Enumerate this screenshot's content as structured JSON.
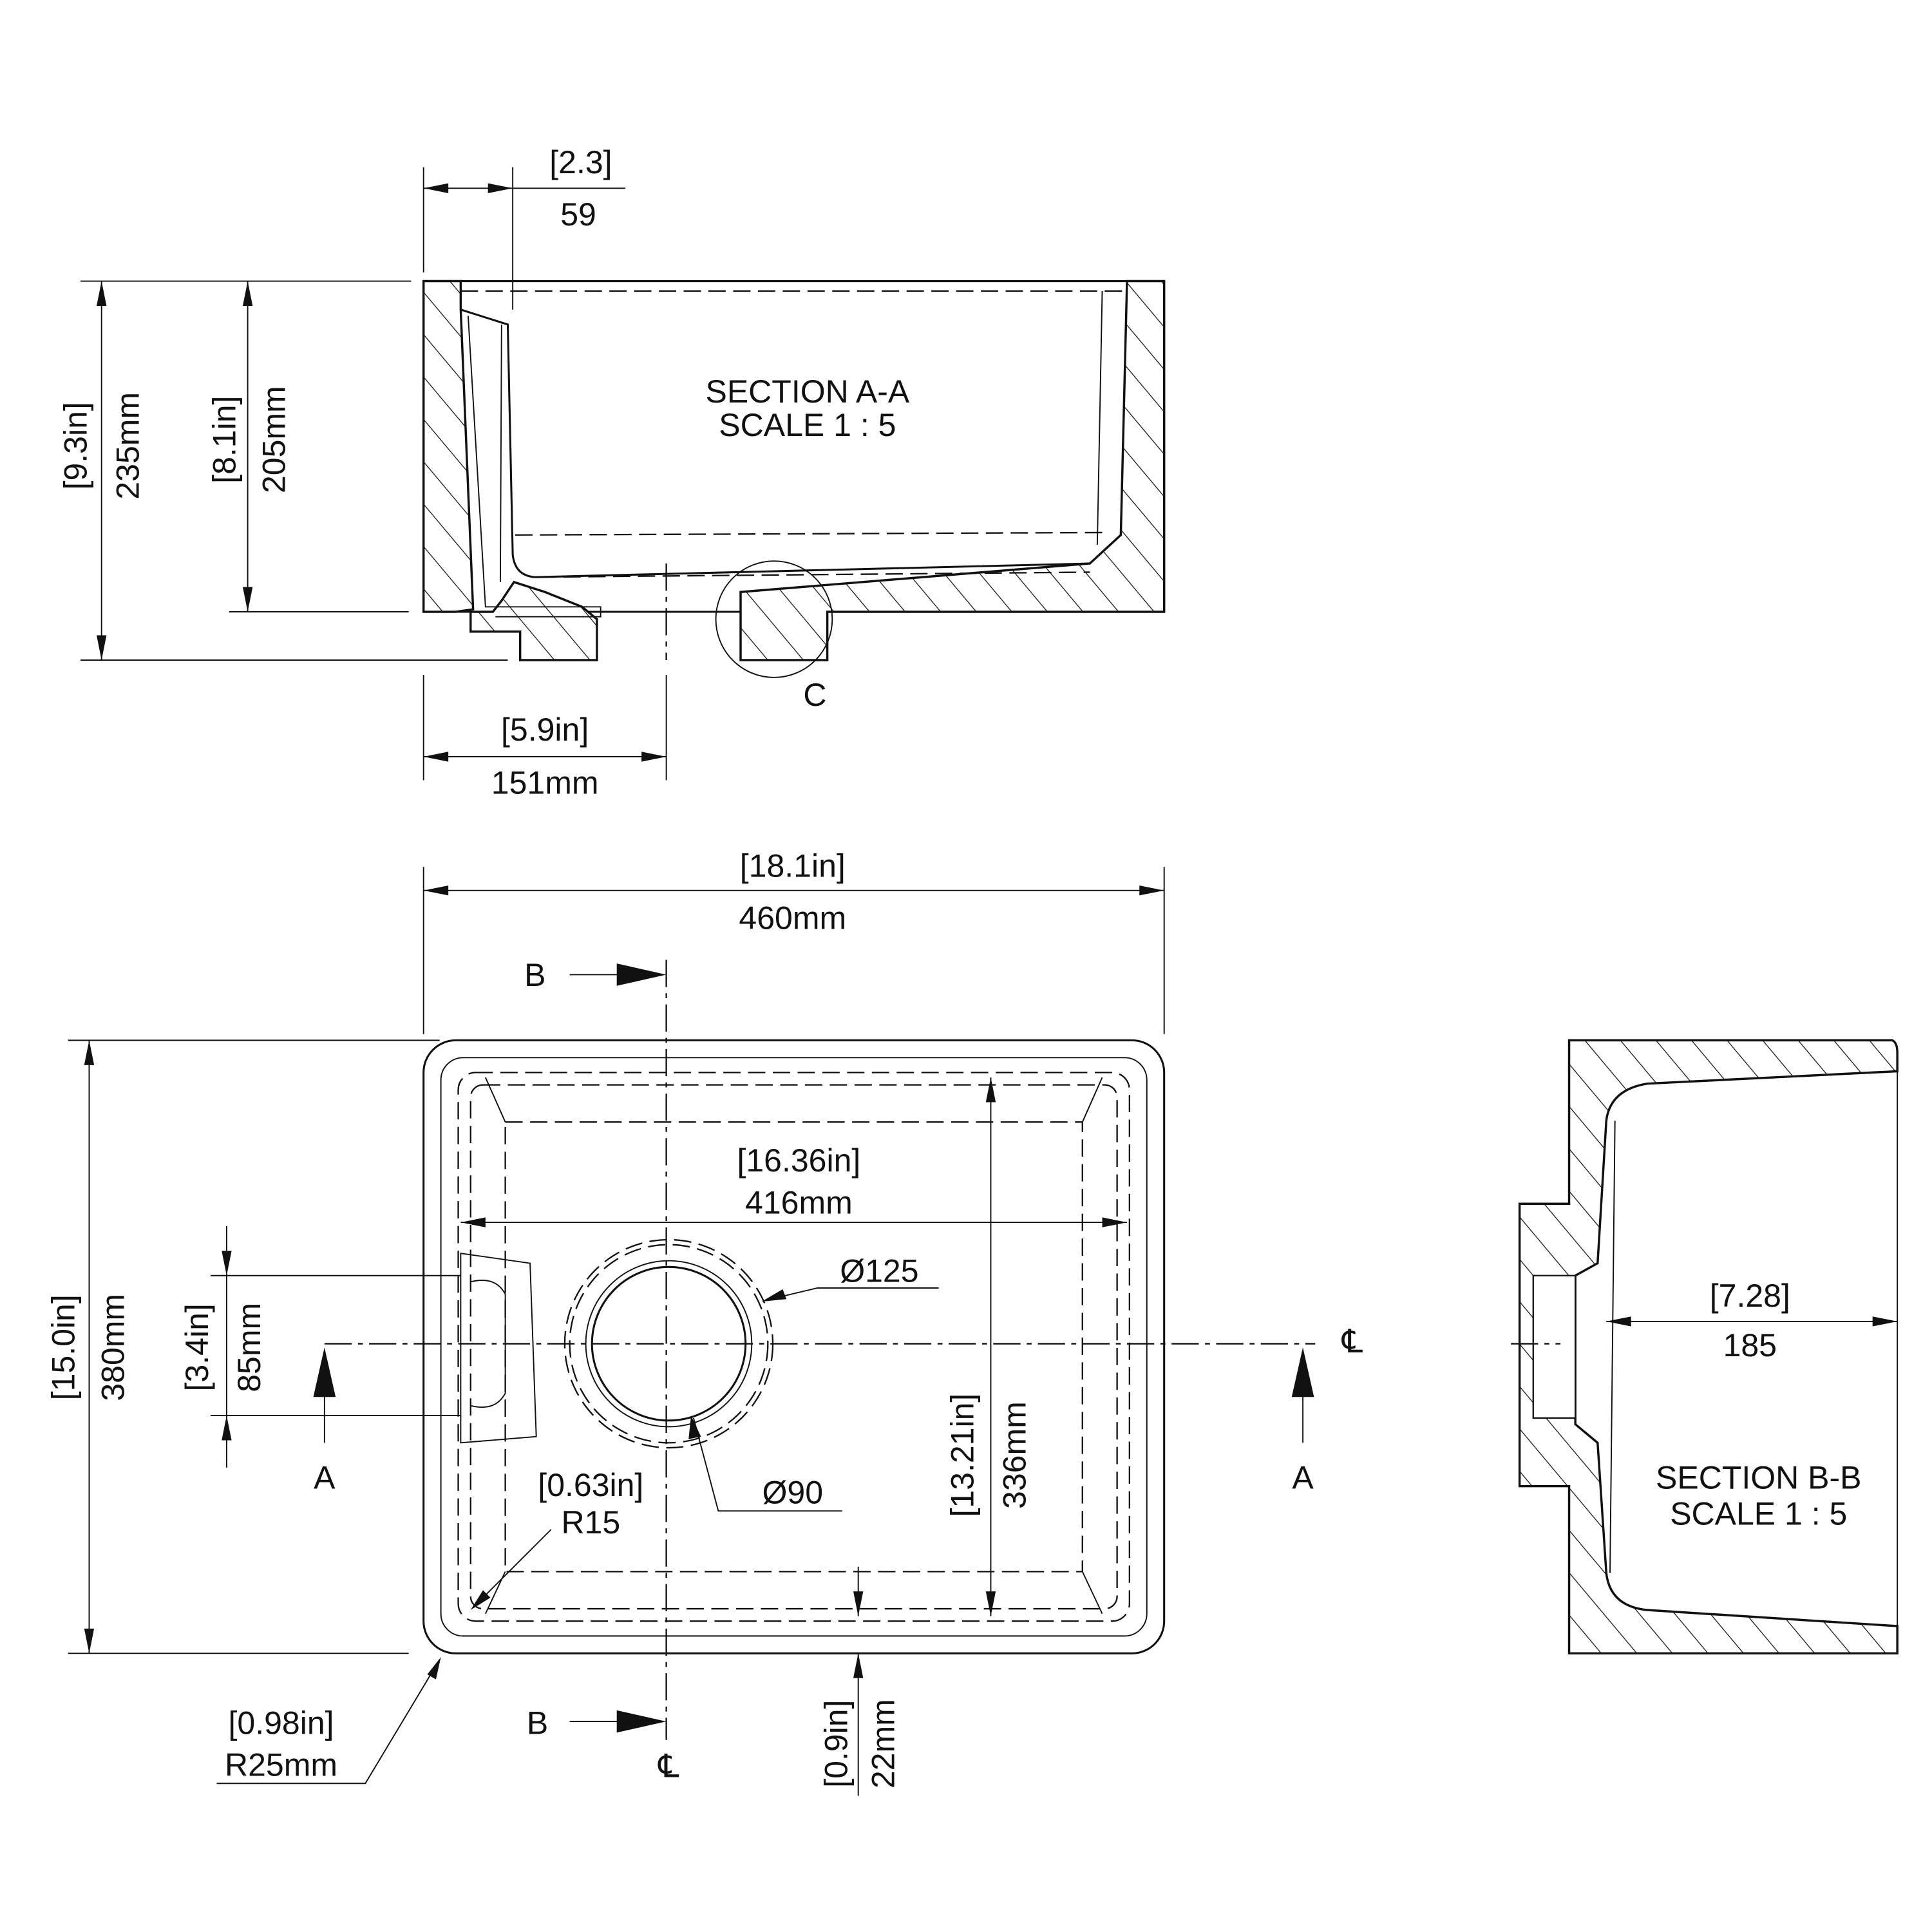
{
  "section_aa": {
    "title": "SECTION A-A",
    "scale": "SCALE 1 : 5",
    "dim_offset_in": "[2.3]",
    "dim_offset_mm": "59",
    "dim_height_in": "[9.3in]",
    "dim_height_mm": "235mm",
    "dim_inner_in": "[8.1in]",
    "dim_inner_mm": "205mm",
    "dim_drain_in": "[5.9in]",
    "dim_drain_mm": "151mm",
    "detail_label": "C"
  },
  "plan": {
    "dim_width_in": "[18.1in]",
    "dim_width_mm": "460mm",
    "dim_inner_width_in": "[16.36in]",
    "dim_inner_width_mm": "416mm",
    "dim_depth_in": "[15.0in]",
    "dim_depth_mm": "380mm",
    "dim_overflow_in": "[3.4in]",
    "dim_overflow_mm": "85mm",
    "dim_inner_depth_in": "[13.21in]",
    "dim_inner_depth_mm": "336mm",
    "dim_rim_in": "[0.9in]",
    "dim_rim_mm": "22mm",
    "dia_outer": "Ø125",
    "dia_inner": "Ø90",
    "inner_radius_in": "[0.63in]",
    "inner_radius_mm": "R15",
    "outer_radius_in": "[0.98in]",
    "outer_radius_mm": "R25mm",
    "section_b": "B",
    "section_a": "A",
    "centerline": "℄"
  },
  "section_bb": {
    "title": "SECTION B-B",
    "scale": "SCALE 1 : 5",
    "dim_in": "[7.28]",
    "dim_mm": "185"
  }
}
